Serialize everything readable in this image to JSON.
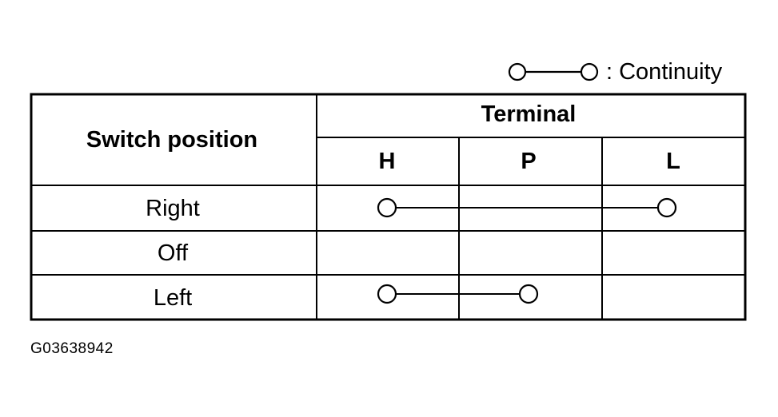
{
  "legend": {
    "text": ": Continuity"
  },
  "table": {
    "row_header_label": "Switch position",
    "group_header_label": "Terminal",
    "terminals": [
      "H",
      "P",
      "L"
    ],
    "rows": [
      {
        "position": "Right",
        "connected": [
          "H",
          "L"
        ]
      },
      {
        "position": "Off",
        "connected": []
      },
      {
        "position": "Left",
        "connected": [
          "H",
          "P"
        ]
      }
    ]
  },
  "figure_code": "G03638942"
}
